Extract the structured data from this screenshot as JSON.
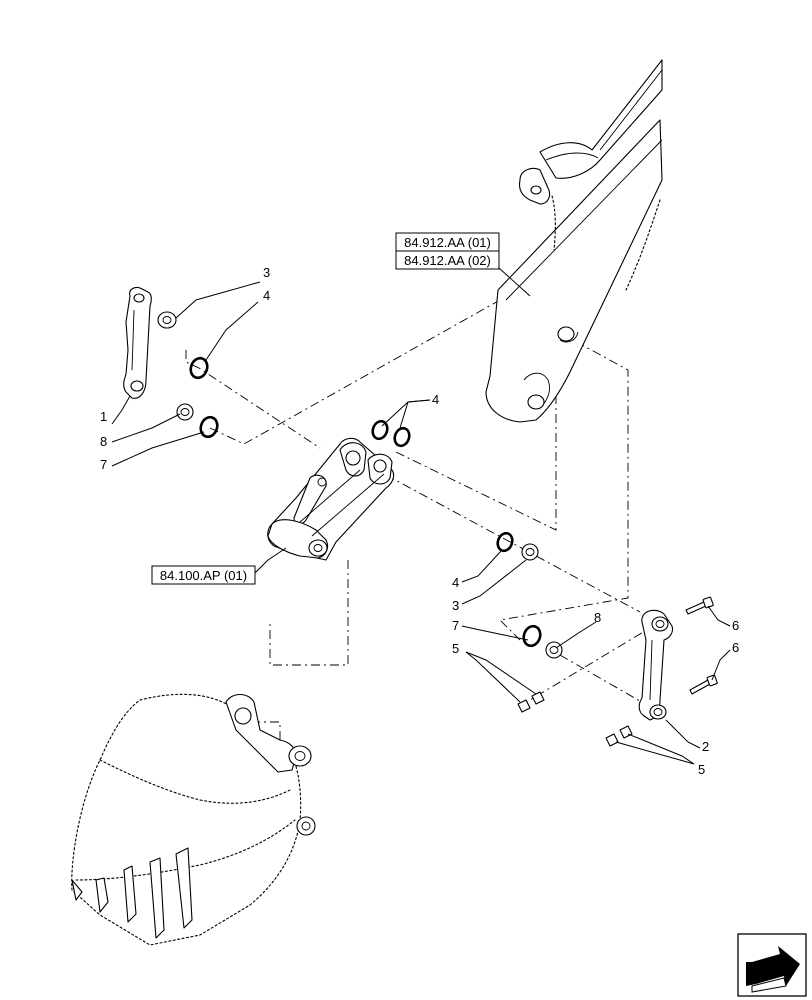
{
  "references": {
    "arm_ref_1": "84.912.AA (01)",
    "arm_ref_2": "84.912.AA (02)",
    "link_ref": "84.100.AP (01)"
  },
  "callouts": {
    "c1": "1",
    "c2": "2",
    "c3_left": "3",
    "c3_right": "3",
    "c4_left": "4",
    "c4_mid": "4",
    "c4_right": "4",
    "c5_left": "5",
    "c5_right": "5",
    "c6_top": "6",
    "c6_bottom": "6",
    "c7_left": "7",
    "c7_right": "7",
    "c8_left": "8",
    "c8_right": "8"
  },
  "nav": {
    "icon": "next-page-arrow-icon"
  }
}
